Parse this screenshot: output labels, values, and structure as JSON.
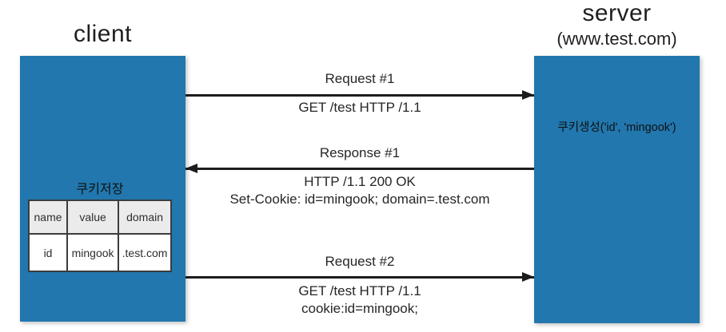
{
  "diagram": {
    "title_hint": "HTTP cookie flow between client and server",
    "client": {
      "title": "client",
      "cookie_store_label": "쿠키저장",
      "cookie_table": {
        "headers": [
          "name",
          "value",
          "domain"
        ],
        "row": [
          "id",
          "mingook",
          ".test.com"
        ]
      }
    },
    "server": {
      "title": "server",
      "subtitle": "(www.test.com)",
      "note": "쿠키생성('id', 'mingook')"
    },
    "messages": [
      {
        "label": "Request #1",
        "direction": "right",
        "lines": [
          "GET /test HTTP /1.1"
        ]
      },
      {
        "label": "Response #1",
        "direction": "left",
        "lines": [
          "HTTP /1.1 200 OK",
          "Set-Cookie: id=mingook; domain=.test.com"
        ]
      },
      {
        "label": "Request #2",
        "direction": "right",
        "lines": [
          "GET /test HTTP /1.1",
          "cookie:id=mingook;"
        ]
      }
    ],
    "colors": {
      "actor_fill": "#2177AE",
      "arrow": "#1C1C1C",
      "text": "#262626",
      "table_header_bg": "#EBEBEB",
      "table_border": "#3C3C3C"
    }
  }
}
